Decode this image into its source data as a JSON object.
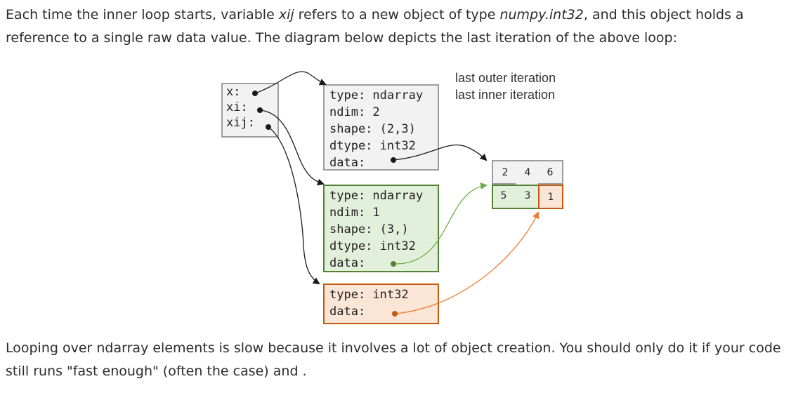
{
  "paragraph1": {
    "part1": "Each time the inner loop starts, variable ",
    "var": "xij",
    "part2": " refers to a new object of type ",
    "type": "numpy.int32",
    "part3": ", and this object holds a reference to a single raw data value. The diagram below depicts the last iteration of the above loop:"
  },
  "diagram": {
    "variables": [
      "x:",
      "xi:",
      "xij:"
    ],
    "captions": [
      "last outer iteration",
      "last inner iteration"
    ],
    "outer_array": [
      "type: ndarray",
      "ndim: 2",
      "shape: (2,3)",
      "dtype: int32",
      "data:"
    ],
    "inner_array": [
      "type: ndarray",
      "ndim: 1",
      "shape: (3,)",
      "dtype: int32",
      "data:"
    ],
    "scalar": [
      "type: int32",
      "data:"
    ],
    "raw_values": {
      "row1": [
        "2",
        "4",
        "6"
      ],
      "row2": [
        "5",
        "3",
        "1"
      ]
    },
    "colors": {
      "grey": "#9e9e9e",
      "green": "#548235",
      "orange": "#c55a11"
    }
  },
  "paragraph2": "Looping over ndarray elements is slow because it involves a lot of object creation. You should only do it if your code still runs \"fast enough\" (often the case) and ."
}
